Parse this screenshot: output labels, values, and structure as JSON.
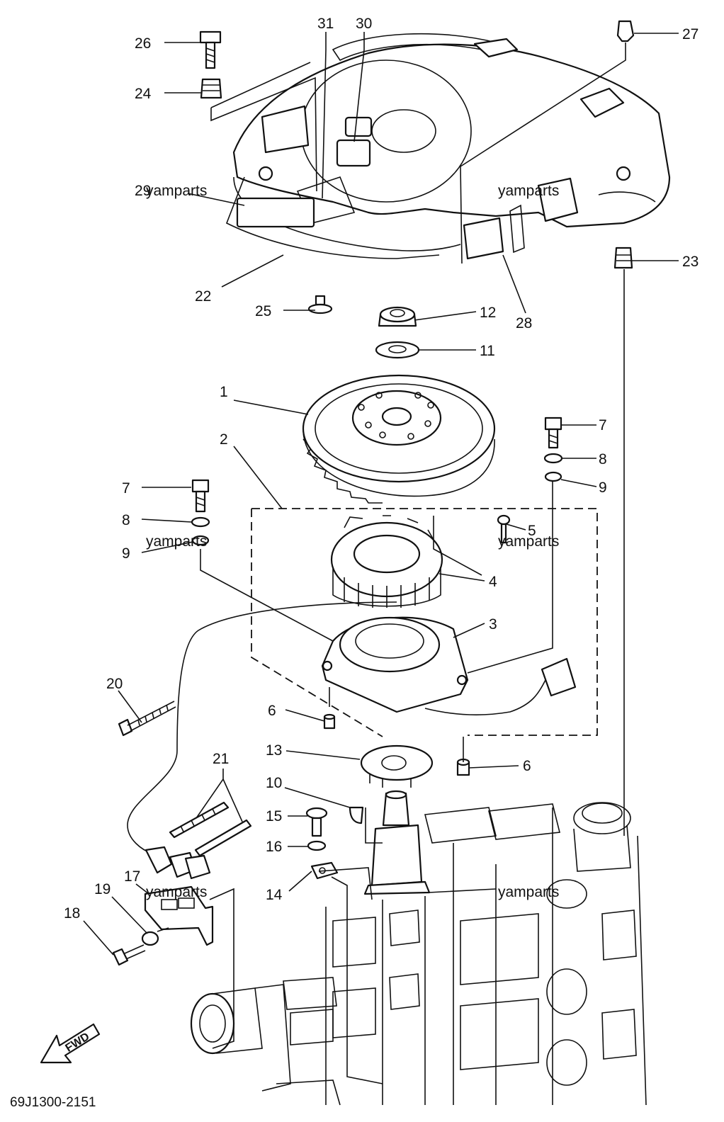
{
  "diagram": {
    "drawing_code": "69J1300-2151",
    "fwd_label": "FWD",
    "watermark": "yamparts",
    "callouts": {
      "c1": "1",
      "c2": "2",
      "c3": "3",
      "c4": "4",
      "c5": "5",
      "c6a": "6",
      "c6b": "6",
      "c7a": "7",
      "c7b": "7",
      "c8a": "8",
      "c8b": "8",
      "c9a": "9",
      "c9b": "9",
      "c10": "10",
      "c11": "11",
      "c12": "12",
      "c13": "13",
      "c14": "14",
      "c15": "15",
      "c16": "16",
      "c17": "17",
      "c18": "18",
      "c19": "19",
      "c20": "20",
      "c21": "21",
      "c22": "22",
      "c23": "23",
      "c24": "24",
      "c25": "25",
      "c26": "26",
      "c27": "27",
      "c28": "28",
      "c29": "29",
      "c30": "30",
      "c31": "31"
    }
  }
}
